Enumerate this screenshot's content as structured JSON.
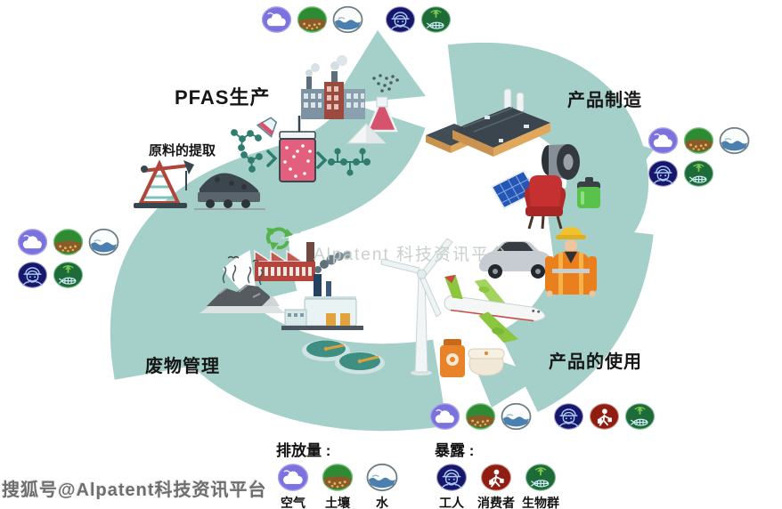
{
  "labels": {
    "production": "PFAS生产",
    "raw_extraction": "原料的提取",
    "manufacturing": "产品制造",
    "product_use": "产品的使用",
    "waste_management": "废物管理"
  },
  "watermarks": {
    "center": "Alpatent 科技资讯平台",
    "bottom_left": "搜狐号@Alpatent科技资讯平台"
  },
  "legend": {
    "emissions_title": "排放量 :",
    "exposure_title": "暴露 :",
    "emissions": [
      {
        "icon": "air",
        "label": "空气"
      },
      {
        "icon": "soil",
        "label": "土壤"
      },
      {
        "icon": "water",
        "label": "水"
      }
    ],
    "exposure": [
      {
        "icon": "worker",
        "label": "工人"
      },
      {
        "icon": "consumer",
        "label": "消费者"
      },
      {
        "icon": "biota",
        "label": "生物群"
      }
    ]
  },
  "clusters": {
    "production_top": {
      "emissions": [
        "air",
        "soil",
        "water"
      ],
      "exposure": [
        "worker",
        "biota"
      ]
    },
    "manufacturing_right": {
      "emissions": [
        "air",
        "soil",
        "water"
      ],
      "exposure": [
        "worker",
        "biota"
      ]
    },
    "waste_left": {
      "emissions": [
        "air",
        "soil",
        "water"
      ],
      "exposure": [
        "worker",
        "biota"
      ]
    },
    "use_bottom": {
      "emissions": [
        "air",
        "soil",
        "water"
      ],
      "exposure": [
        "worker",
        "consumer",
        "biota"
      ]
    }
  },
  "scenes": {
    "production": [
      "oil-derrick",
      "coal-cart",
      "molecules",
      "pouring-flask",
      "reaction-beaker",
      "factory",
      "powder-pile",
      "erlenmeyer-flask",
      "polymer-chain",
      "particle-cloud"
    ],
    "manufacturing": [
      "isometric-factory",
      "wire-spool",
      "solar-panel",
      "armchair",
      "battery"
    ],
    "use": [
      "car",
      "safety-worker",
      "airplane",
      "wind-turbine",
      "cosmetics"
    ],
    "waste": [
      "recycle-symbol",
      "recycling-plant",
      "landfill",
      "incineration-plant",
      "treatment-tanks"
    ]
  },
  "colors": {
    "arrow": "#a5d0ca",
    "background": "#ffffff",
    "air_icon": "#7b72dd",
    "soil_icon": "#2e8b33",
    "water_icon": "#4a7fb0",
    "worker_icon": "#16166b",
    "consumer_icon": "#8f1d12",
    "biota_icon": "#1c6b38"
  }
}
